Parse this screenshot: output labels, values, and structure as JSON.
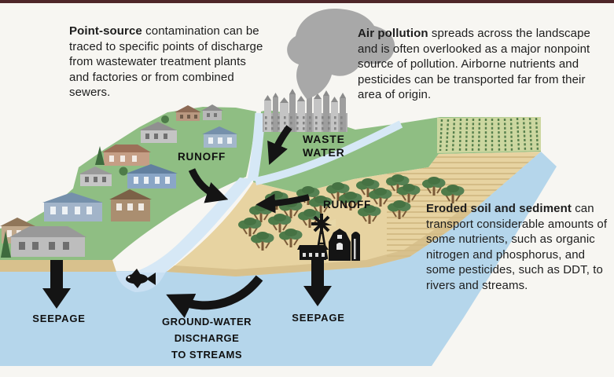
{
  "meta": {
    "title": "Sources of point and nonpoint water pollution diagram"
  },
  "annotations": {
    "point_source": {
      "lead": "Point-source",
      "rest": " contamination can be traced to specific points of discharge from wastewater treatment plants and factories or from combined sewers."
    },
    "air_pollution": {
      "lead": "Air pollution",
      "rest": " spreads across the landscape and is often overlooked as a major nonpoint source of pollution. Airborne nutrients and pesticides can be transported far from their area of origin."
    },
    "eroded_soil": {
      "lead": "Eroded soil and sediment",
      "rest": " can transport considerable amounts of some nutrients, such as organic nitrogen and phosphorus, and some pesticides, such as DDT, to rivers and streams."
    }
  },
  "labels": {
    "waste_water": "WASTE\nWATER",
    "runoff_hill": "RUNOFF",
    "runoff_farm": "RUNOFF",
    "seepage_left": "SEEPAGE",
    "seepage_right": "SEEPAGE",
    "groundwater_discharge": "GROUND-WATER\nDISCHARGE\nTO STREAMS"
  },
  "icons": {
    "smoke": "smoke-plume-icon",
    "city": "city-skyline-icon",
    "house": "house-icon",
    "tree": "orchard-tree-icon",
    "crops": "crop-rows-icon",
    "windmill": "windmill-icon",
    "barn": "barn-icon",
    "shed": "shed-icon",
    "fish": "fish-icon",
    "arrow": "flow-arrow-icon"
  },
  "colors": {
    "background": "#f7f6f2",
    "top_border": "#4e2629",
    "grass_green": "#8fbe83",
    "field_tan": "#e7d3a1",
    "shore_sand": "#d8c18d",
    "stream_blue": "#d6e8f6",
    "groundwater_blue": "#b5d6eb",
    "stream_mouth_blue": "#c9e0f3",
    "vineyard_green": "#ccd7a0",
    "smoke_gray": "#a8a8a8",
    "city_gray": "#b3b3b3",
    "ink": "#141414"
  }
}
